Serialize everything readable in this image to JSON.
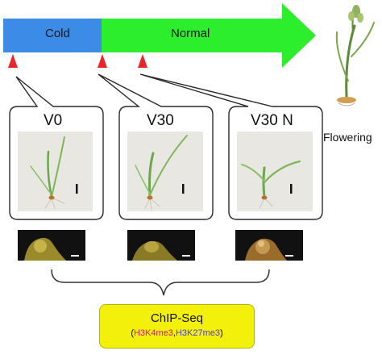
{
  "phases": {
    "cold": "Cold",
    "normal": "Normal"
  },
  "conditions": [
    "V0",
    "V30",
    "V30 N"
  ],
  "flowering_label": "Flowering",
  "chip": {
    "title": "ChIP-Seq",
    "mark1": "H3K4me3",
    "separator": ",",
    "mark2": "H3K27me3",
    "open": "(",
    "close": ")"
  },
  "colors": {
    "cold": "#3c8be6",
    "normal": "#2cee2c",
    "marker": "#e8262a",
    "chip_bg": "#f3f00b",
    "mark1": "#e0148c",
    "mark2": "#4a3ce6"
  }
}
